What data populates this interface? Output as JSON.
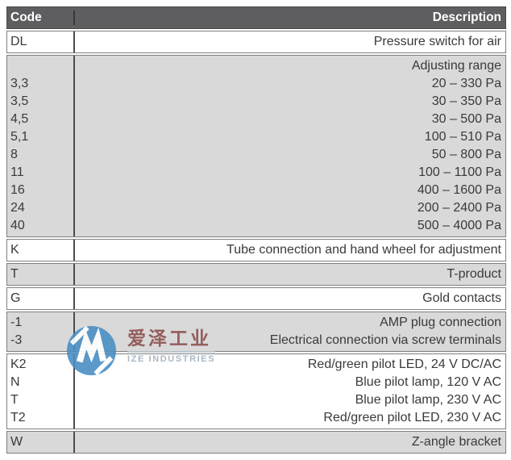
{
  "table": {
    "header": {
      "code": "Code",
      "description": "Description"
    },
    "rows": [
      {
        "variant": "white",
        "codes": [
          "DL"
        ],
        "descriptions": [
          "Pressure switch for air"
        ]
      },
      {
        "variant": "gray",
        "codes": [
          "",
          "3,3",
          "3,5",
          "4,5",
          "5,1",
          "8",
          "11",
          "16",
          "24",
          "40"
        ],
        "descriptions": [
          "Adjusting range",
          "20 – 330 Pa",
          "30 – 350 Pa",
          "30 – 500 Pa",
          "100 – 510 Pa",
          "50 – 800 Pa",
          "100 – 1100 Pa",
          "400 – 1600 Pa",
          "200 – 2400 Pa",
          "500 – 4000 Pa"
        ]
      },
      {
        "variant": "white",
        "codes": [
          "K"
        ],
        "descriptions": [
          "Tube connection and hand wheel for adjustment"
        ]
      },
      {
        "variant": "gray",
        "codes": [
          "T"
        ],
        "descriptions": [
          "T-product"
        ]
      },
      {
        "variant": "white",
        "codes": [
          "G"
        ],
        "descriptions": [
          "Gold contacts"
        ]
      },
      {
        "variant": "gray",
        "codes": [
          "-1",
          "-3"
        ],
        "descriptions": [
          "AMP plug connection",
          "Electrical connection via screw terminals"
        ]
      },
      {
        "variant": "white",
        "codes": [
          "K2",
          "N",
          "T",
          "T2"
        ],
        "descriptions": [
          "Red/green pilot LED, 24 V DC/AC",
          "Blue pilot lamp, 120 V AC",
          "Blue pilot lamp, 230 V AC",
          "Red/green pilot LED, 230 V AC"
        ]
      },
      {
        "variant": "gray",
        "codes": [
          "W"
        ],
        "descriptions": [
          "Z-angle bracket"
        ]
      }
    ]
  },
  "watermark": {
    "chinese_name": "爱泽工业",
    "english_name": "IZE INDUSTRIES",
    "logo": "ize-logo"
  },
  "colors": {
    "header_bg": "#5e5e60",
    "header_text": "#ffffff",
    "row_gray": "#d9d9d9",
    "row_white": "#ffffff",
    "border": "#7f7f7f",
    "separator": "#4c4c4c",
    "text": "#3a3a3a",
    "logo_blue": "#4b8fc4",
    "brand_red": "#8c5150",
    "brand_gray": "#9fb0bd"
  }
}
